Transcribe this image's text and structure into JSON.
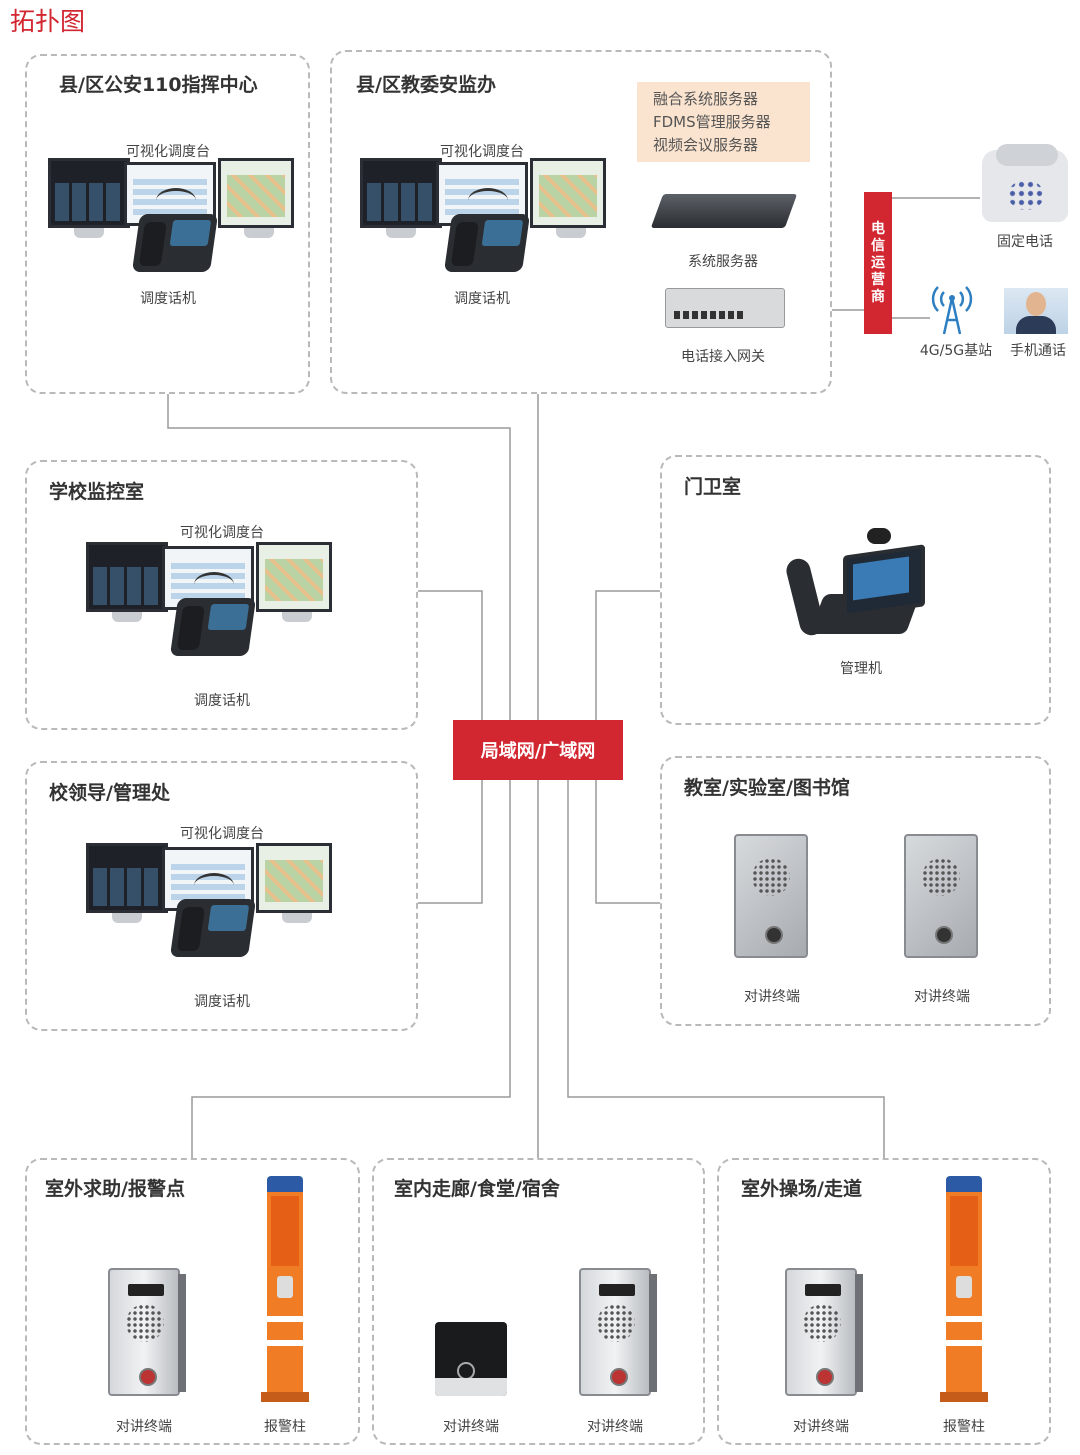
{
  "page_title": "拓扑图",
  "hub": "局域网/广域网",
  "telecom": [
    "电",
    "信",
    "运",
    "营",
    "商"
  ],
  "info_box": [
    "融合系统服务器",
    "FDMS管理服务器",
    "视频会议服务器"
  ],
  "boxes": {
    "police": {
      "title": "县/区公安110指挥中心",
      "console_label": "可视化调度台",
      "phone_label": "调度话机"
    },
    "edu": {
      "title": "县/区教委安监办",
      "console_label": "可视化调度台",
      "phone_label": "调度话机",
      "server_label": "系统服务器",
      "gateway_label": "电话接入网关"
    },
    "monitor": {
      "title": "学校监控室",
      "console_label": "可视化调度台",
      "phone_label": "调度话机"
    },
    "leader": {
      "title": "校领导/管理处",
      "console_label": "可视化调度台",
      "phone_label": "调度话机"
    },
    "guard": {
      "title": "门卫室",
      "device_label": "管理机"
    },
    "classroom": {
      "title": "教室/实验室/图书馆",
      "device1": "对讲终端",
      "device2": "对讲终端"
    },
    "outdoor_help": {
      "title": "室外求助/报警点",
      "device1": "对讲终端",
      "device2": "报警柱"
    },
    "indoor": {
      "title": "室内走廊/食堂/宿舍",
      "device1": "对讲终端",
      "device2": "对讲终端"
    },
    "outdoor_field": {
      "title": "室外操场/走道",
      "device1": "对讲终端",
      "device2": "报警柱"
    }
  },
  "external": {
    "fixed_phone": "固定电话",
    "base_station": "4G/5G基站",
    "mobile": "手机通话"
  },
  "colors": {
    "accent": "#d22630",
    "dashed_border": "#b9b9b9",
    "line": "#999999"
  }
}
